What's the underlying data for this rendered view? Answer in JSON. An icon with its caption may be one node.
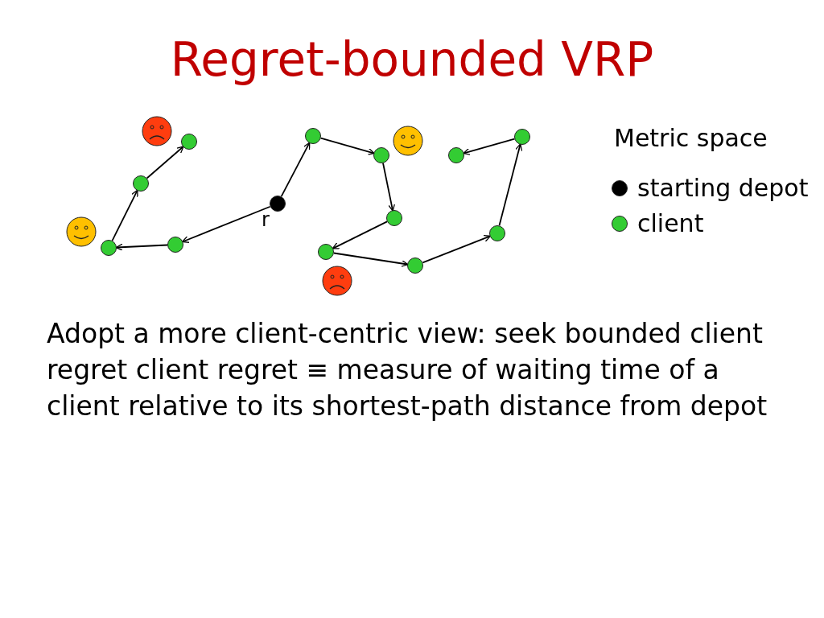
{
  "diagram": {
    "title": "Regret-bounded VRP",
    "nodes": [
      {
        "text": [],
        "shape": "circle"
      },
      {
        "text": [],
        "shape": "circle"
      },
      {
        "text": [],
        "shape": "circle"
      },
      {
        "text": [],
        "shape": "circle"
      },
      {
        "text": [],
        "shape": "circle",
        "beside": [
          "r"
        ]
      },
      {
        "text": [],
        "shape": "circle"
      },
      {
        "text": [],
        "shape": "circle"
      },
      {
        "text": [],
        "shape": "circle"
      },
      {
        "text": [],
        "shape": "circle"
      },
      {
        "text": [],
        "shape": "circle"
      },
      {
        "text": [],
        "shape": "circle"
      },
      {
        "text": [],
        "shape": "circle"
      },
      {
        "text": [],
        "shape": "circle"
      }
    ],
    "edges": [
      {
        "from": 4,
        "to": 2,
        "arrow": "to"
      },
      {
        "from": 2,
        "to": 0,
        "arrow": "to"
      },
      {
        "from": 0,
        "to": 1,
        "arrow": "to"
      },
      {
        "from": 1,
        "to": 3,
        "arrow": "to"
      },
      {
        "from": 4,
        "to": 5,
        "arrow": "to"
      },
      {
        "from": 5,
        "to": 7,
        "arrow": "to"
      },
      {
        "from": 7,
        "to": 8,
        "arrow": "to"
      },
      {
        "from": 8,
        "to": 6,
        "arrow": "to"
      },
      {
        "from": 6,
        "to": 9,
        "arrow": "to"
      },
      {
        "from": 9,
        "to": 11,
        "arrow": "to"
      },
      {
        "from": 11,
        "to": 12,
        "arrow": "to"
      },
      {
        "from": 12,
        "to": 10,
        "arrow": "to"
      }
    ],
    "labels": [
      "Metric space",
      "Adopt a more client-centric view:  seek bounded client regret client regret ≡ measure of waiting time of a client relative to its shortest-path distance from depot"
    ],
    "legend": [
      {
        "text": "starting depot",
        "color": "#000000"
      },
      {
        "text": "client",
        "color": "#33cc33"
      }
    ]
  }
}
